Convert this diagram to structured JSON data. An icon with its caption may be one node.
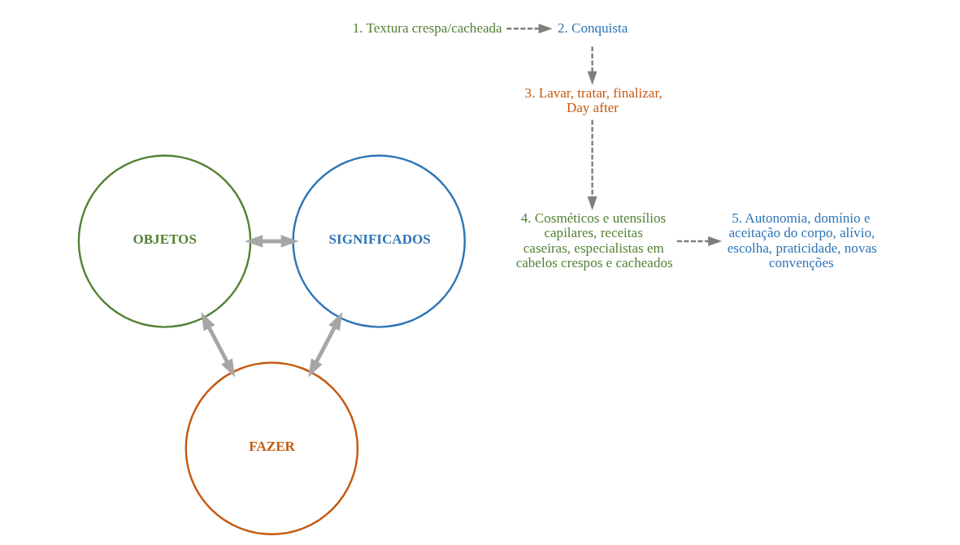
{
  "diagram": {
    "nodes": [
      {
        "text": [
          "OBJETOS"
        ]
      },
      {
        "text": [
          "SIGNIFICADOS"
        ]
      },
      {
        "text": [
          "FAZER"
        ]
      },
      {
        "text": [
          "1. Textura crespa/cacheada"
        ]
      },
      {
        "text": [
          "2. Conquista"
        ]
      },
      {
        "text": [
          "3. Lavar, tratar, finalizar, Day after"
        ]
      },
      {
        "text": [
          "4. Cosméticos e utensílios capilares, receitas caseiras, especialistas em cabelos crespos e cacheados"
        ]
      },
      {
        "text": [
          "5. Autonomia, domínio e aceitação do corpo, alívio, escolha, praticidade, novas convenções"
        ]
      }
    ],
    "edges": [
      {
        "from": 0,
        "to": 1,
        "arrow": "both",
        "style": "thick",
        "color": "#a6a6a6"
      },
      {
        "from": 0,
        "to": 2,
        "arrow": "both",
        "style": "thick",
        "color": "#a6a6a6"
      },
      {
        "from": 1,
        "to": 2,
        "arrow": "both",
        "style": "thick",
        "color": "#a6a6a6"
      },
      {
        "from": 3,
        "to": 4,
        "arrow": "to",
        "style": "dashed",
        "color": "#7f7f7f"
      },
      {
        "from": 4,
        "to": 5,
        "arrow": "to",
        "style": "dashed",
        "color": "#7f7f7f"
      },
      {
        "from": 5,
        "to": 6,
        "arrow": "to",
        "style": "dashed",
        "color": "#7f7f7f"
      },
      {
        "from": 6,
        "to": 7,
        "arrow": "to",
        "style": "dashed",
        "color": "#7f7f7f"
      }
    ]
  }
}
